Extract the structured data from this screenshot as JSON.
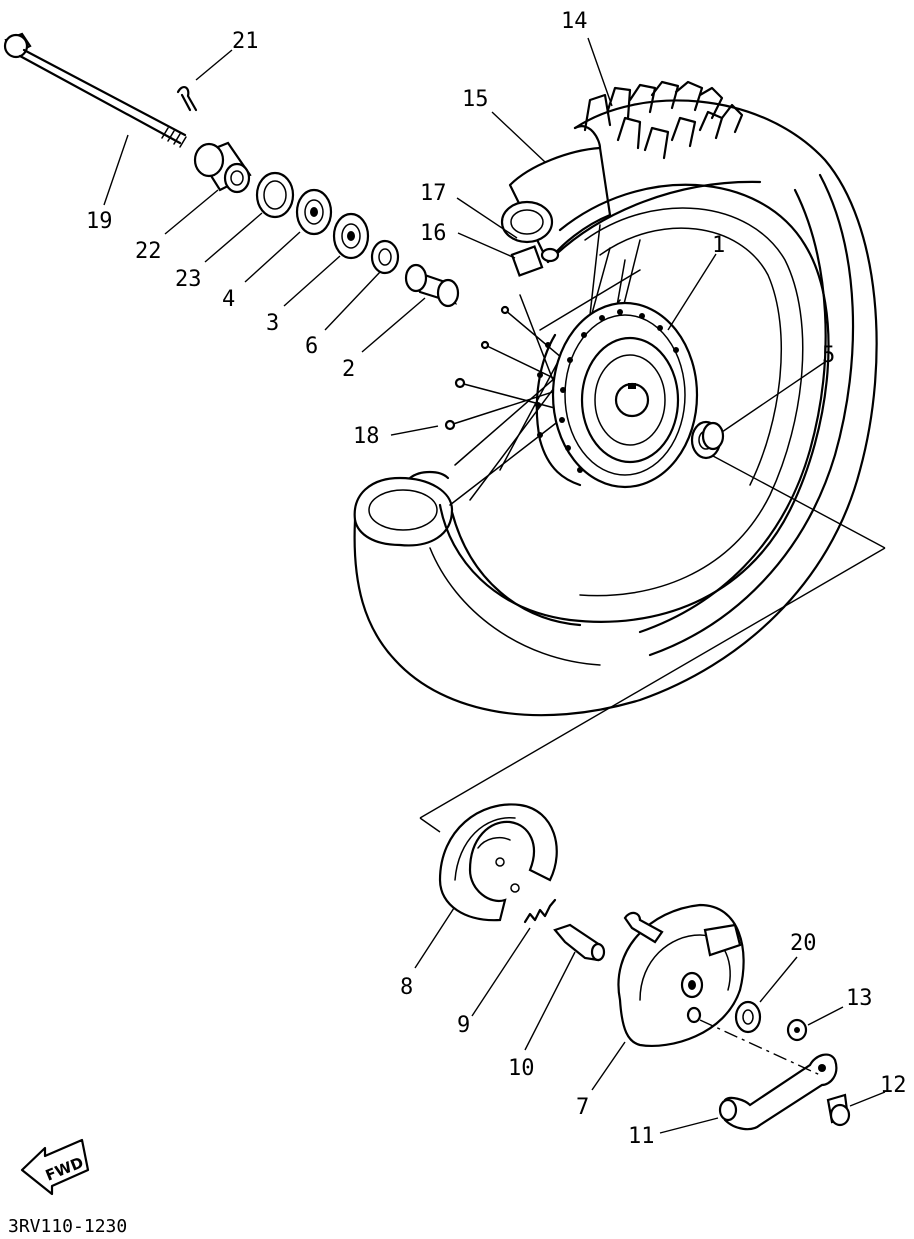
{
  "diagram_code": "3RV110-1230",
  "fwd_label": "FWD",
  "callouts": [
    {
      "id": "21",
      "text": "21"
    },
    {
      "id": "19",
      "text": "19"
    },
    {
      "id": "22",
      "text": "22"
    },
    {
      "id": "23",
      "text": "23"
    },
    {
      "id": "4",
      "text": "4"
    },
    {
      "id": "3",
      "text": "3"
    },
    {
      "id": "6",
      "text": "6"
    },
    {
      "id": "2",
      "text": "2"
    },
    {
      "id": "14",
      "text": "14"
    },
    {
      "id": "15",
      "text": "15"
    },
    {
      "id": "17",
      "text": "17"
    },
    {
      "id": "16",
      "text": "16"
    },
    {
      "id": "1",
      "text": "1"
    },
    {
      "id": "5",
      "text": "5"
    },
    {
      "id": "18",
      "text": "18"
    },
    {
      "id": "8",
      "text": "8"
    },
    {
      "id": "9",
      "text": "9"
    },
    {
      "id": "10",
      "text": "10"
    },
    {
      "id": "7",
      "text": "7"
    },
    {
      "id": "20",
      "text": "20"
    },
    {
      "id": "13",
      "text": "13"
    },
    {
      "id": "12",
      "text": "12"
    },
    {
      "id": "11",
      "text": "11"
    }
  ]
}
